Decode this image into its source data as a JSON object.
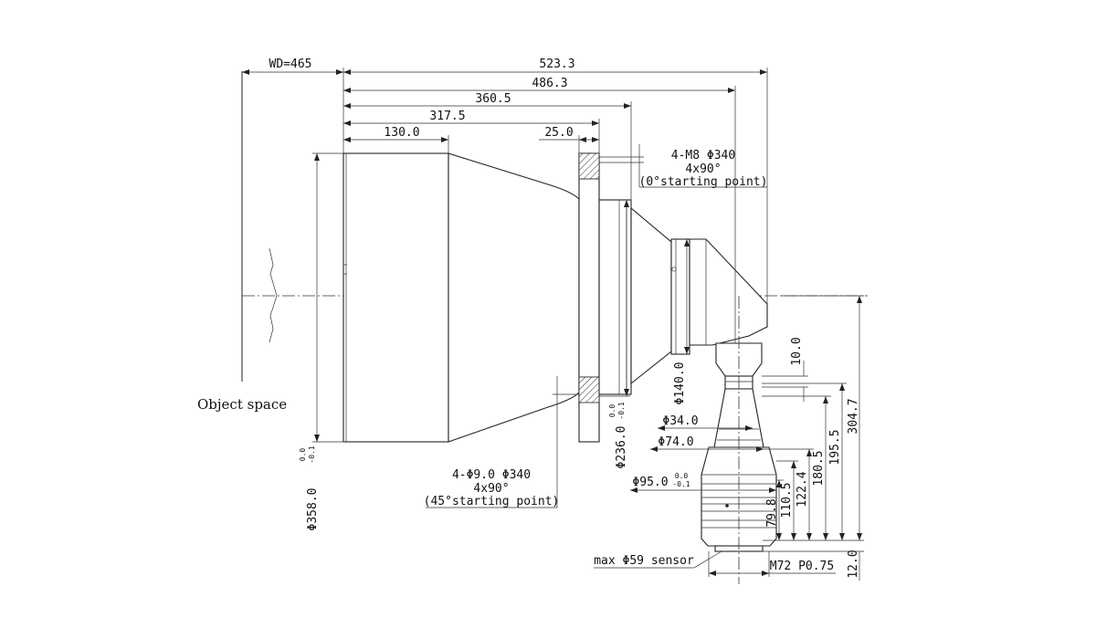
{
  "labels": {
    "wd": "WD=465",
    "overall_523": "523.3",
    "len_486": "486.3",
    "len_360": "360.5",
    "len_317": "317.5",
    "len_130": "130.0",
    "len_25": "25.0",
    "mount_top_1": "4-M8 Φ340",
    "mount_top_2": "4x90°",
    "mount_top_3": "(0°starting point)",
    "object_space": "Object space",
    "dia_358": "Φ358.0",
    "tol_0": "0.0",
    "tol_m01": "-0.1",
    "dia_236": "Φ236.0",
    "dia_140": "Φ140.0",
    "dia_34": "Φ34.0",
    "dia_74": "Φ74.0",
    "dia_95": "Φ95.0",
    "holes_1": "4-Φ9.0 Φ340",
    "holes_2": "4x90°",
    "holes_3": "(45°starting point)",
    "h_10": "10.0",
    "h_304": "304.7",
    "h_195": "195.5",
    "h_180": "180.5",
    "h_122": "122.4",
    "h_110": "110.5",
    "h_79": "79.8",
    "sensor": "max Φ59 sensor",
    "thread": "M72 P0.75",
    "h_12": "12.0"
  }
}
